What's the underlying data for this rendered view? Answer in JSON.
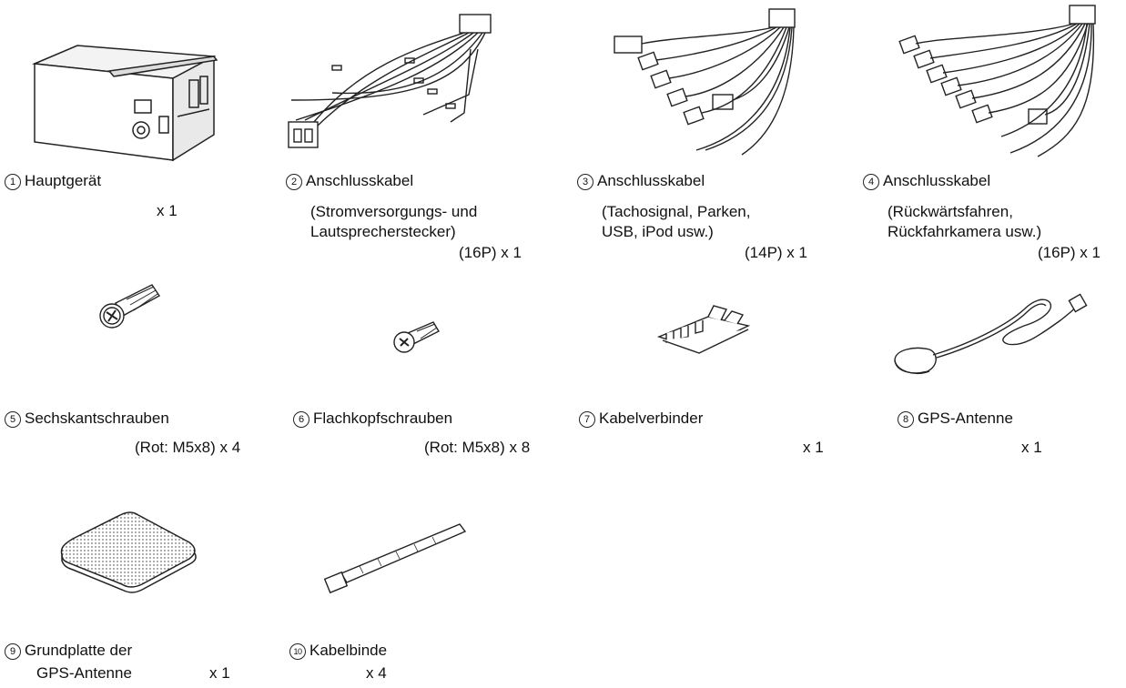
{
  "items": [
    {
      "num": "1",
      "name": "Hauptgerät",
      "details": [],
      "qty": "x 1"
    },
    {
      "num": "2",
      "name": "Anschlusskabel",
      "details": [
        "(Stromversorgungs- und",
        "Lautsprecherstecker)"
      ],
      "qty": "(16P) x 1"
    },
    {
      "num": "3",
      "name": "Anschlusskabel",
      "details": [
        "(Tachosignal, Parken,",
        "USB, iPod usw.)"
      ],
      "qty": "(14P) x 1"
    },
    {
      "num": "4",
      "name": "Anschlusskabel",
      "details": [
        "(Rückwärtsfahren,",
        "Rückfahrkamera usw.)"
      ],
      "qty": "(16P) x 1"
    },
    {
      "num": "5",
      "name": "Sechskantschrauben",
      "details": [],
      "qty": "(Rot: M5x8) x 4"
    },
    {
      "num": "6",
      "name": "Flachkopfschrauben",
      "details": [],
      "qty": "(Rot: M5x8) x 8"
    },
    {
      "num": "7",
      "name": "Kabelverbinder",
      "details": [],
      "qty": "x 1"
    },
    {
      "num": "8",
      "name": "GPS-Antenne",
      "details": [],
      "qty": "x 1"
    },
    {
      "num": "9",
      "name": "Grundplatte der",
      "details": [
        "GPS-Antenne"
      ],
      "qty": "x 1"
    },
    {
      "num": "10",
      "name": "Kabelbinde",
      "details": [],
      "qty": "x 4"
    }
  ]
}
